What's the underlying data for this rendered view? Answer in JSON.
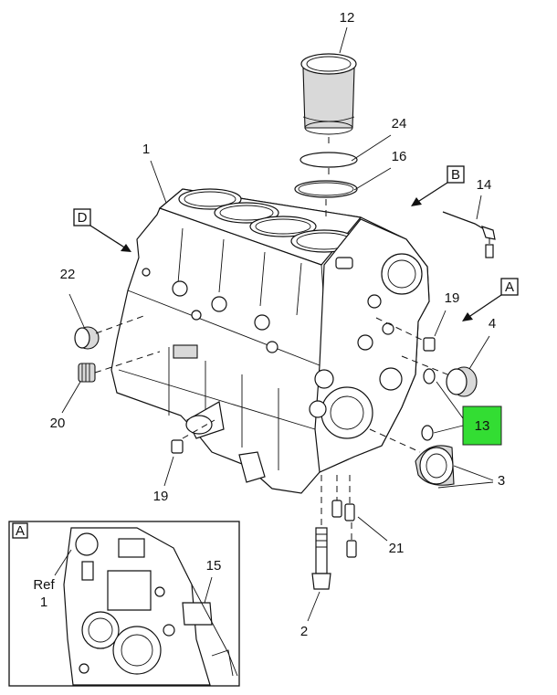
{
  "diagram": {
    "callouts": {
      "c1": "1",
      "c2": "2",
      "c3": "3",
      "c4": "4",
      "c12": "12",
      "c13": "13",
      "c14": "14",
      "c15": "15",
      "c16": "16",
      "c19a": "19",
      "c19b": "19",
      "c20": "20",
      "c21": "21",
      "c22": "22",
      "c24": "24"
    },
    "view_markers": {
      "a": "A",
      "b": "B",
      "d": "D"
    },
    "inset": {
      "label": "A",
      "ref_word": "Ref",
      "ref_number": "1"
    },
    "highlight_color": "#33dd33"
  }
}
